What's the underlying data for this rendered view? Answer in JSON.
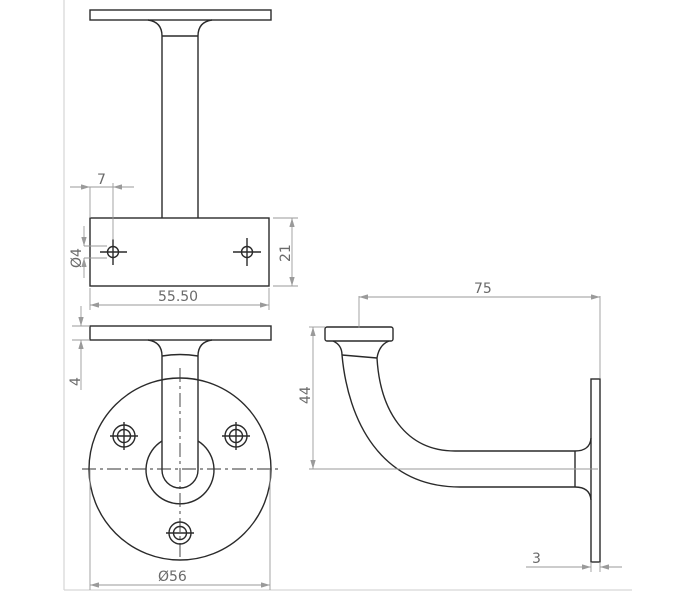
{
  "drawing": {
    "subject": "Handrail bracket technical drawing",
    "views": [
      "top-view",
      "front-view",
      "side-view"
    ],
    "dimensions": {
      "hole_offset": "7",
      "hole_diameter": "Ø4",
      "plate_height": "21",
      "plate_width": "55.50",
      "plate_thickness": "4",
      "base_diameter": "Ø56",
      "projection": "75",
      "height": "44",
      "base_thickness": "3"
    },
    "colors": {
      "line": "#2a2a2a",
      "dimension": "#9a9a9a",
      "text": "#6a6a6a",
      "frame": "#d6d6d6"
    }
  }
}
